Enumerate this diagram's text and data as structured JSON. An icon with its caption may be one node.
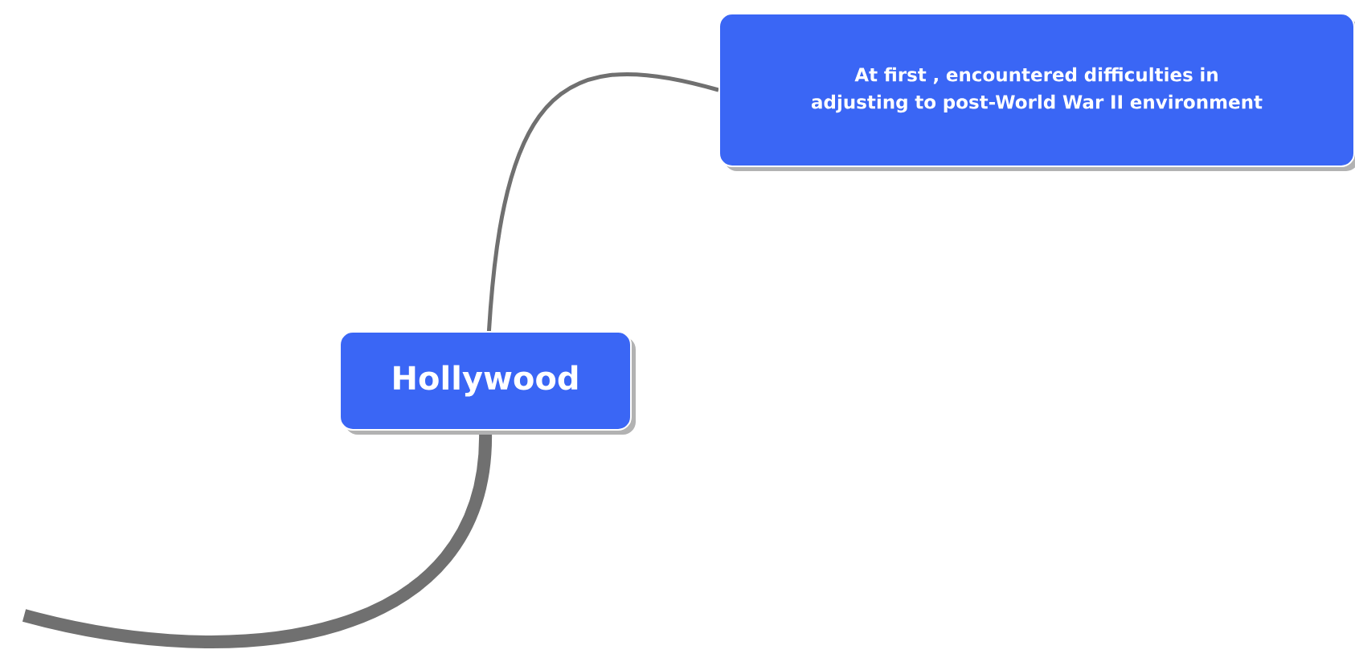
{
  "diagram": {
    "nodes": [
      {
        "text": [
          "Hollywood"
        ]
      },
      {
        "text": [
          "At first , encountered difficulties in adjusting to post-World War II environment"
        ]
      }
    ],
    "edges": [
      {
        "from": 0,
        "to": 1,
        "arrow": "none"
      },
      {
        "from": 0,
        "to": null,
        "arrow": "none",
        "style": "thick"
      }
    ]
  }
}
